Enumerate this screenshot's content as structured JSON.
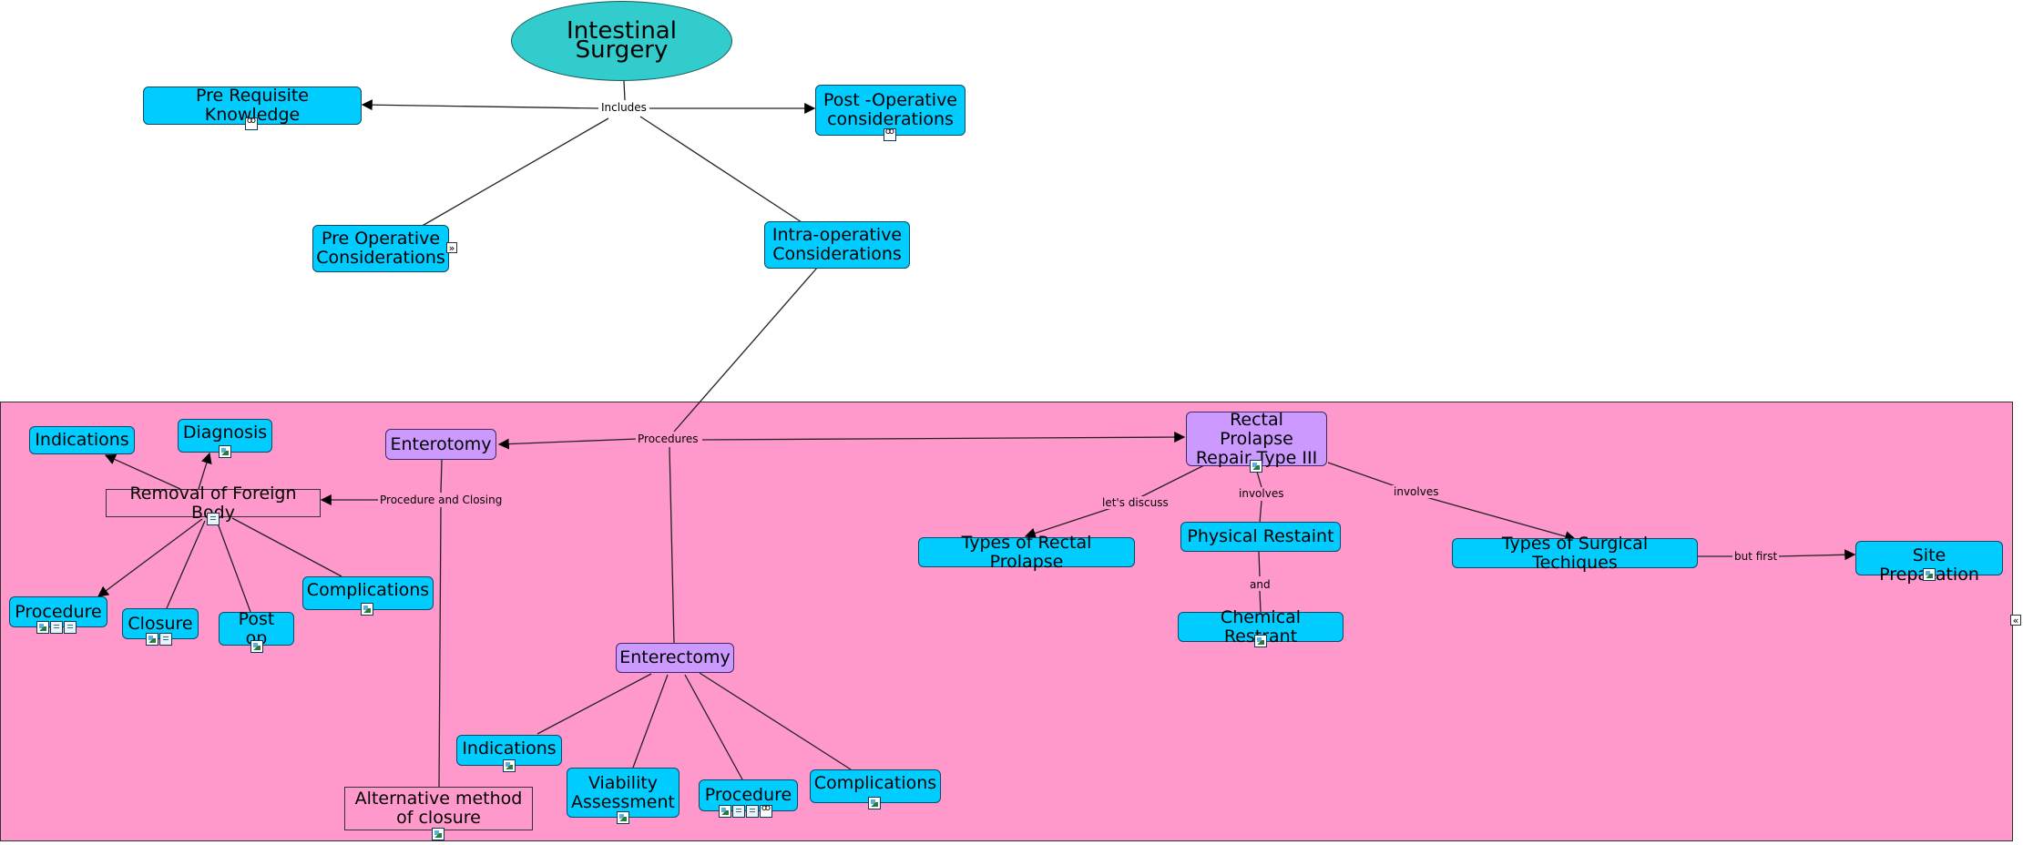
{
  "nodes": {
    "intestinal_surgery": "Intestinal Surgery",
    "pre_requisite_knowledge": "Pre Requisite Knowledge",
    "post_operative": "Post -Operative\nconsiderations",
    "pre_operative": "Pre Operative\nConsiderations",
    "intra_operative": "Intra-operative\nConsiderations",
    "enterotomy": "Enterotomy",
    "rectal_prolapse_repair": "Rectal Prolapse\nRepair Type III",
    "indications_left": "Indications",
    "diagnosis": "Diagnosis",
    "removal_foreign_body": "Removal of Foreign Body",
    "procedure_left": "Procedure",
    "closure": "Closure",
    "post_op": "Post op",
    "complications_left": "Complications",
    "types_rectal_prolapse": "Types of Rectal Prolapse",
    "physical_restaint": "Physical Restaint",
    "chemical_restrant": "Chemical Restrant",
    "types_surgical_techiques": "Types of Surgical Techiques",
    "site_preparation": "Site Preparation",
    "enterectomy": "Enterectomy",
    "indications_bottom": "Indications",
    "viability_assessment": "Viability\nAssessment",
    "procedure_bottom": "Procedure",
    "complications_bottom": "Complications",
    "alternative_closure": "Alternative method\nof closure"
  },
  "links": {
    "includes": "Includes",
    "procedures": "Procedures",
    "procedure_and_closing": "Procedure and Closing",
    "lets_discuss": "let's discuss",
    "involves_1": "involves",
    "involves_2": "involves",
    "and": "and",
    "but_first": "but first"
  },
  "nav": {
    "expand": "»",
    "collapse": "«"
  },
  "colors": {
    "concept_blue": "#00ccff",
    "concept_purple": "#cc99ff",
    "root_teal": "#33cccc",
    "group_pink": "#ff99cc"
  }
}
